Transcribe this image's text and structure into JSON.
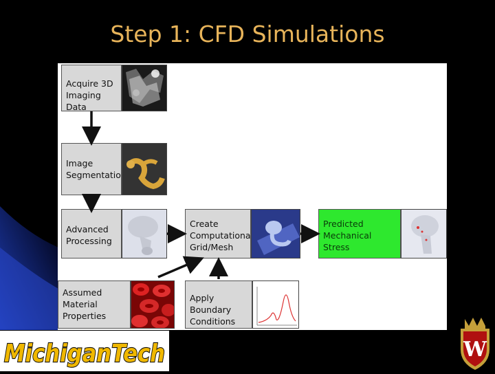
{
  "slide": {
    "title": "Step 1: CFD Simulations"
  },
  "diagram": {
    "boxes": {
      "acquire": "Acquire 3D\nImaging Data",
      "segmentation": "Image\nSegmentation",
      "advanced": "Advanced\nProcessing",
      "create_grid": "Create\nComputational\nGrid/Mesh",
      "predicted": "Predicted\nMechanical\nStress",
      "material": "Assumed\nMaterial\nProperties",
      "boundary": "Apply Boundary\nConditions"
    },
    "colors": {
      "box_fill": "#d8d8d8",
      "predicted_fill": "#2ee82e",
      "arrow": "#111111",
      "title": "#e8b45a"
    }
  },
  "logos": {
    "left": "MichiganTech",
    "right": "W"
  }
}
